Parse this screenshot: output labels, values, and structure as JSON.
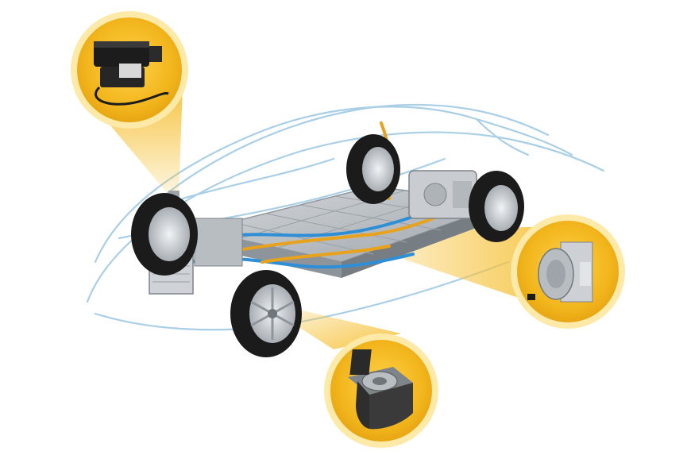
{
  "scene": {
    "subject": "electric-vehicle-skateboard-chassis",
    "colors": {
      "background": "#ffffff",
      "callout_gold": "#f2b51c",
      "callout_ring": "#fde9a8",
      "outline_blue": "#a9cfe6",
      "harness_blue": "#2f8fd6",
      "harness_orange": "#e8a21c",
      "tire": "#1b1b1b",
      "rim": "#c9ced3",
      "battery": "#b9bec3"
    },
    "callouts": [
      {
        "id": "air-compressor",
        "icon": "air-suspension-compressor-icon"
      },
      {
        "id": "electric-motor",
        "icon": "motor-actuator-icon"
      },
      {
        "id": "sensor-module",
        "icon": "sensor-module-icon"
      }
    ]
  }
}
